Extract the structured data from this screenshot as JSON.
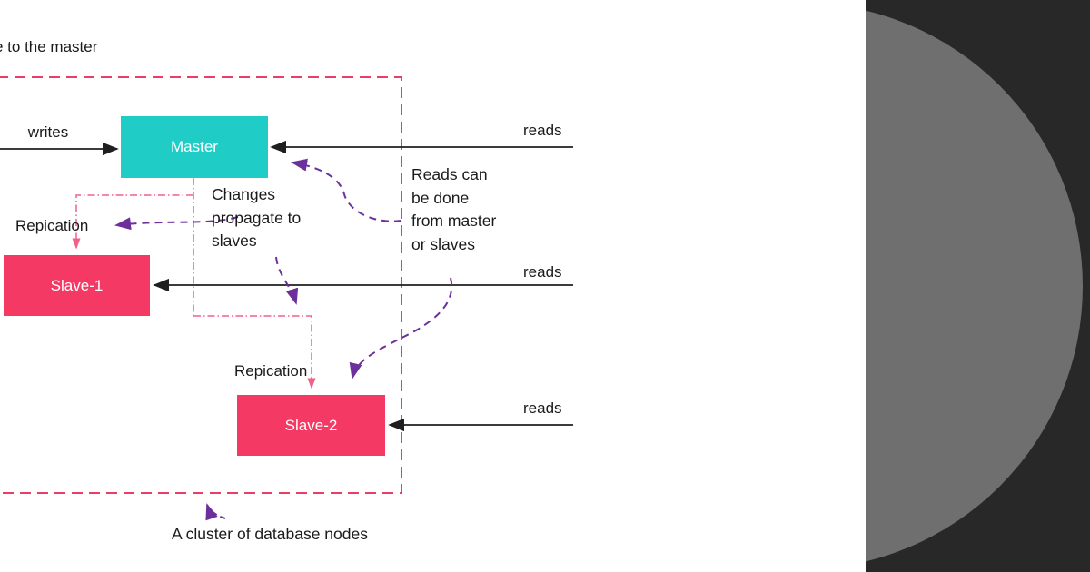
{
  "colors": {
    "background": "#ffffff",
    "master_fill": "#1fcdc6",
    "slave_fill": "#f43a64",
    "cluster_border": "#ea3e68",
    "replication_line": "#f2608a",
    "connector_purple": "#6d2f9c",
    "arrow_black": "#1f1f1f",
    "panel_bg": "#282828",
    "panel_circle": "#6f6f6f",
    "text": "#1a1a1a",
    "node_text": "#ffffff"
  },
  "caption_top": {
    "text": "e to the master"
  },
  "nodes": {
    "master": {
      "label": "Master"
    },
    "slave1": {
      "label": "Slave-1"
    },
    "slave2": {
      "label": "Slave-2"
    }
  },
  "edges": {
    "writes": {
      "label": "writes"
    },
    "reads_master": {
      "label": "reads"
    },
    "reads_slave1": {
      "label": "reads"
    },
    "reads_slave2": {
      "label": "reads"
    },
    "replication_slave1": {
      "label": "Repication"
    },
    "replication_slave2": {
      "label": "Repication"
    }
  },
  "annotations": {
    "changes": {
      "text": "Changes propagate to slaves"
    },
    "reads_note": {
      "text": "Reads can be done from master or slaves"
    },
    "cluster_note": {
      "text": "A cluster of database nodes"
    }
  }
}
